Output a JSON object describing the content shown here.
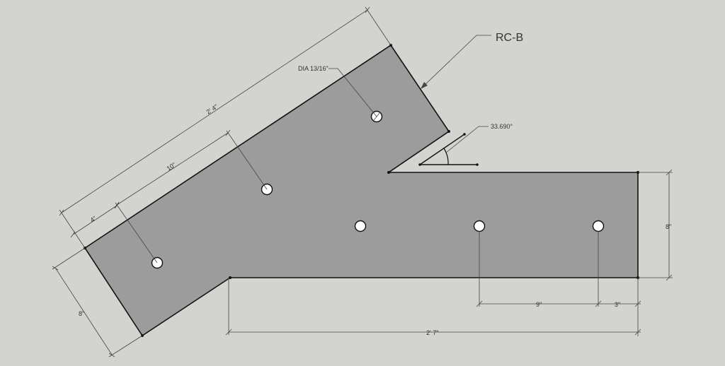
{
  "drawing": {
    "part_label": "RC-B",
    "hole_callout": "DIA 13/16\"",
    "angle": "33.690°",
    "dimensions": {
      "overall_diag": "2' 4\"",
      "diag_10": "10\"",
      "diag_4": "4\"",
      "end_width_left": "8\"",
      "end_width_right": "8\"",
      "spacing_9": "9\"",
      "spacing_3": "3\"",
      "overall_bottom": "2' 7\""
    }
  }
}
